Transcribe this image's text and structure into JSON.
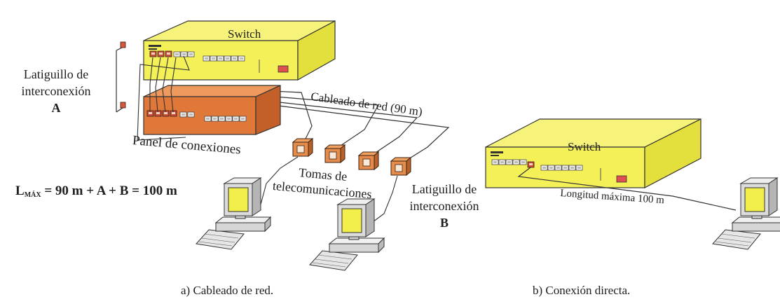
{
  "diagram_a": {
    "switch_label": "Switch",
    "patch_panel_label": "Panel de conexiones",
    "network_cabling_label": "Cableado de red (90 m)",
    "telecom_outlets_label_line1": "Tomas de",
    "telecom_outlets_label_line2": "telecomunicaciones",
    "patch_cord_a_line1": "Latiguillo de",
    "patch_cord_a_line2": "interconexión",
    "patch_cord_a_letter": "A",
    "patch_cord_b_line1": "Latiguillo de",
    "patch_cord_b_line2": "interconexión",
    "patch_cord_b_letter": "B",
    "formula_main": "L",
    "formula_sub": "MÁX",
    "formula_rest": " = 90 m + A + B = 100 m",
    "caption": "a) Cableado de red."
  },
  "diagram_b": {
    "switch_label": "Switch",
    "max_length_label": "Longitud máxima 100 m",
    "caption": "b) Conexión directa."
  },
  "colors": {
    "switch_yellow": "#f4f058",
    "switch_side": "#e3df3c",
    "panel_orange": "#e0783a",
    "panel_side": "#c35f28",
    "port_red": "#c8503c",
    "monitor_screen": "#f2ee4a",
    "computer_gray": "#d8d8d8"
  }
}
